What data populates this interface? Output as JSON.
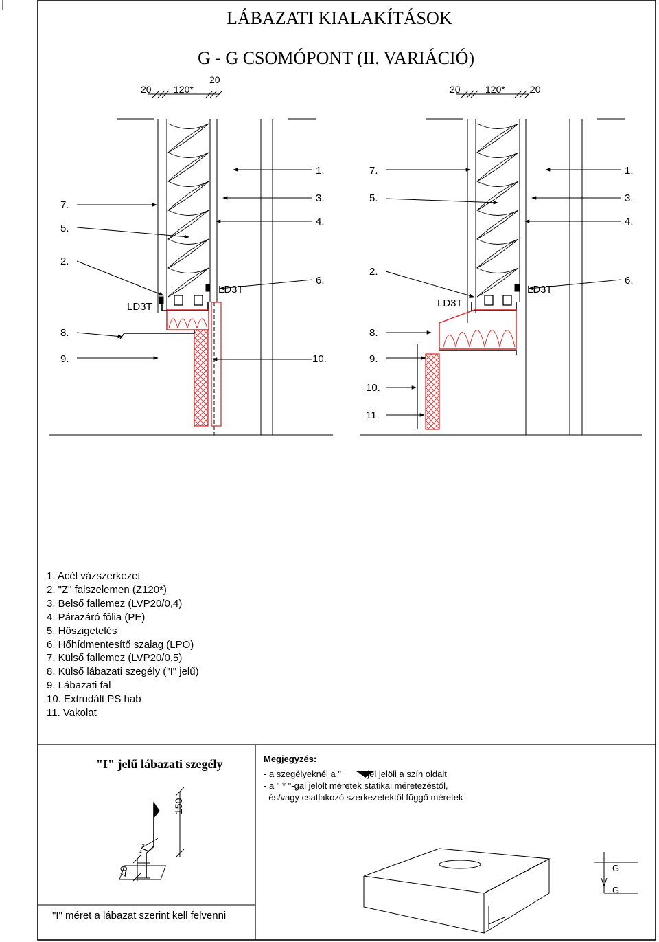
{
  "header": {
    "title": "LÁBAZATI KIALAKÍTÁSOK",
    "subtitle": "G - G  CSOMÓPONT (II. VARIÁCIÓ)"
  },
  "left_detail": {
    "dims": {
      "d20a": "20",
      "d120": "120*",
      "d20b": "20"
    },
    "labels": {
      "n1": "1.",
      "n3": "3.",
      "n4": "4.",
      "n6": "6.",
      "n10": "10.",
      "n7": "7.",
      "n5": "5.",
      "n2": "2.",
      "n8": "8.",
      "n9": "9.",
      "ld3t_a": "LD3T",
      "ld3t_b": "LD3T"
    }
  },
  "right_detail": {
    "dims": {
      "d20a": "20",
      "d120": "120*",
      "d20b": "20"
    },
    "labels": {
      "n1": "1.",
      "n3": "3.",
      "n4": "4.",
      "n6": "6.",
      "n7": "7.",
      "n5": "5.",
      "n2": "2.",
      "n8": "8.",
      "n9": "9.",
      "n10": "10.",
      "n11": "11.",
      "ld3t_a": "LD3T",
      "ld3t_b": "LD3T"
    }
  },
  "legend": [
    "1.  Acél vázszerkezet",
    "2.  \"Z\" falszelemen (Z120*)",
    "3.  Belső fallemez (LVP20/0,4)",
    "4.  Párazáró fólia (PE)",
    "5.  Hőszigetelés",
    "6.  Hőhídmentesítő szalag (LPO)",
    "7.  Külső fallemez (LVP20/0,5)",
    "8.  Külső lábazati szegély (\"I\" jelű)",
    "9.  Lábazati fal",
    "10. Extrudált PS hab",
    "11. Vakolat"
  ],
  "i_profile": {
    "title": "\"I\" jelű lábazati szegély",
    "dim_150": "150",
    "dim_40": "40",
    "dim_i": "\"I\"",
    "footer": "\"I\" méret a lábazat szerint kell felvenni"
  },
  "notes": {
    "heading": "Megjegyzés:",
    "line1_pre": "- a szegélyeknél a \"",
    "line1_post": "\" jel jelöli a szín oldalt",
    "line2": "- a \" * \"-gal jelölt méretek statikai méretezéstől,",
    "line3": "  és/vagy csatlakozó szerkezetektől függő méretek"
  },
  "key_plan": {
    "mark_a": "G",
    "mark_b": "G"
  }
}
